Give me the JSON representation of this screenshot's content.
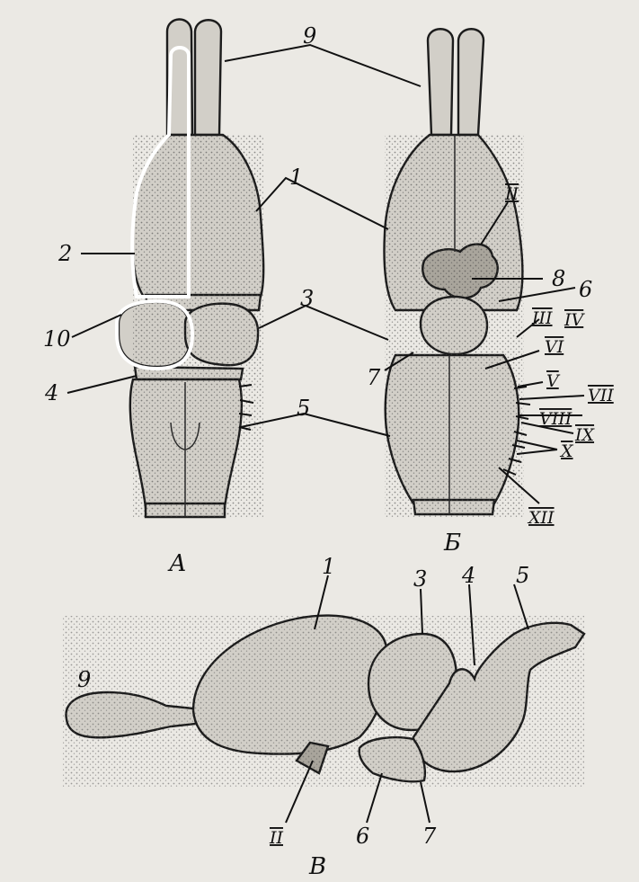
{
  "views": {
    "a": "А",
    "b": "Б",
    "c": "В"
  },
  "labels": {
    "n1": "1",
    "n2": "2",
    "n3": "3",
    "n4": "4",
    "n5": "5",
    "n6": "6",
    "n7": "7",
    "n8": "8",
    "n9": "9",
    "n10": "10"
  },
  "nerves": {
    "II": "II",
    "III": "III",
    "IV": "IV",
    "V": "V",
    "VI": "VI",
    "VII": "VII",
    "VIII": "VIII",
    "IX": "IX",
    "X": "X",
    "XII": "XII"
  }
}
